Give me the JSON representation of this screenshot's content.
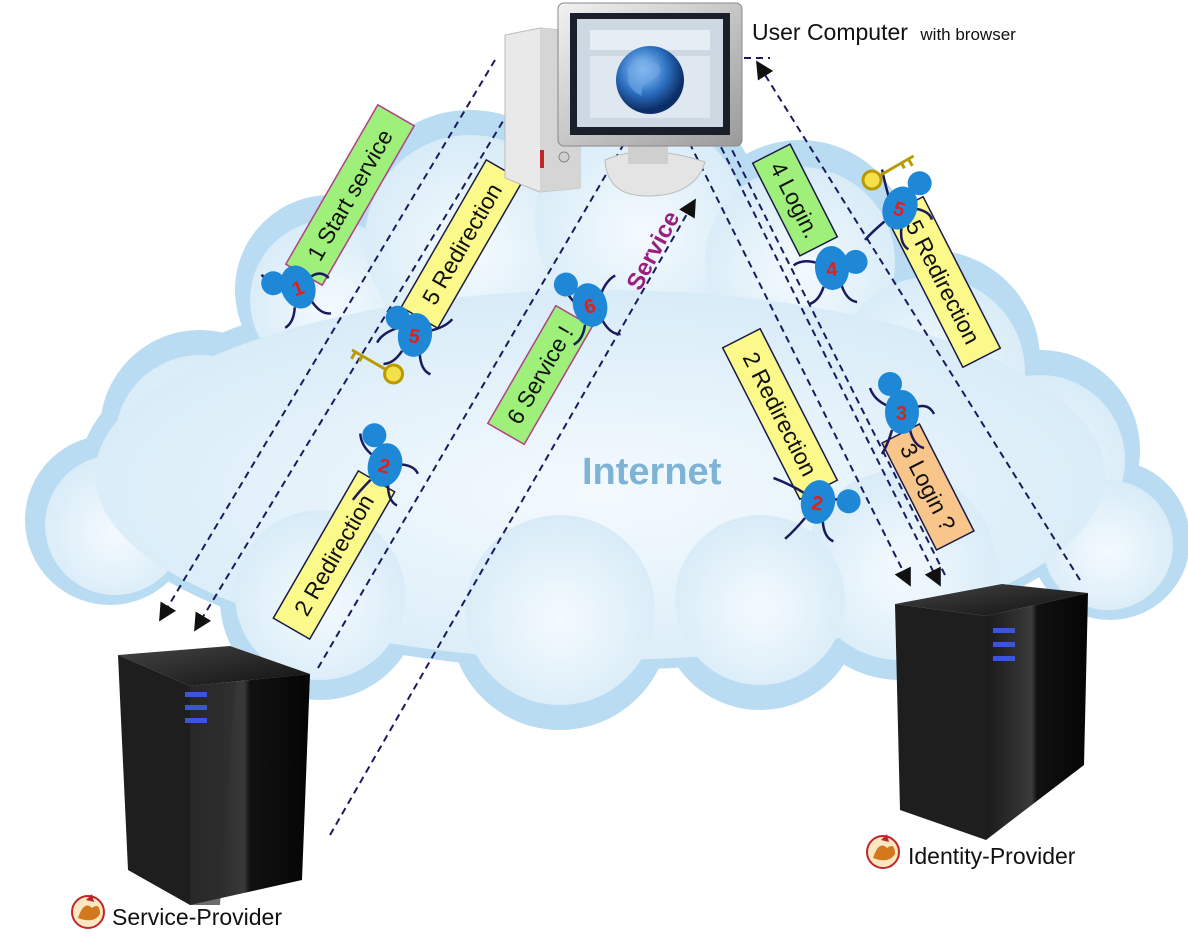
{
  "title": "User Computer",
  "title_suffix": "with browser",
  "center_label": "Internet",
  "service_word": "Service",
  "service_provider_label": "Service-Provider",
  "identity_provider_label": "Identity-Provider",
  "steps": [
    {
      "id": "start-service",
      "text": "1 Start service",
      "color": "#9ef07a",
      "border": "#b0408a"
    },
    {
      "id": "redirection-5-left",
      "text": "5 Redirection",
      "color": "#fbf98a",
      "border": "#1a1a4a"
    },
    {
      "id": "service-6",
      "text": "6 Service !",
      "color": "#9ef07a",
      "border": "#b0408a"
    },
    {
      "id": "redirection-2-left",
      "text": "2 Redirection",
      "color": "#fbf98a",
      "border": "#1a1a4a"
    },
    {
      "id": "login-4",
      "text": "4 Login.",
      "color": "#9ef07a",
      "border": "#1a1a4a"
    },
    {
      "id": "redirection-5-right",
      "text": "5 Redirection",
      "color": "#fbf98a",
      "border": "#1a1a4a"
    },
    {
      "id": "redirection-2-right",
      "text": "2 Redirection",
      "color": "#fbf98a",
      "border": "#1a1a4a"
    },
    {
      "id": "login-3",
      "text": "3 Login ?",
      "color": "#f8c58a",
      "border": "#1a1a4a"
    }
  ],
  "characters": [
    {
      "id": "char-1",
      "number": "1"
    },
    {
      "id": "char-5-left",
      "number": "5"
    },
    {
      "id": "char-2-left",
      "number": "2"
    },
    {
      "id": "char-6",
      "number": "6"
    },
    {
      "id": "char-4",
      "number": "4"
    },
    {
      "id": "char-5-right",
      "number": "5"
    },
    {
      "id": "char-3",
      "number": "3"
    },
    {
      "id": "char-2-right",
      "number": "2"
    }
  ],
  "colors": {
    "cloud_fill": "#d9ecf8",
    "cloud_edge": "#b5d8ef",
    "internet_text": "#7fb3d6",
    "service_text": "#9c1f7f",
    "arrow": "#1a1a5e",
    "character": "#1e88d6",
    "number": "#e0201e"
  }
}
